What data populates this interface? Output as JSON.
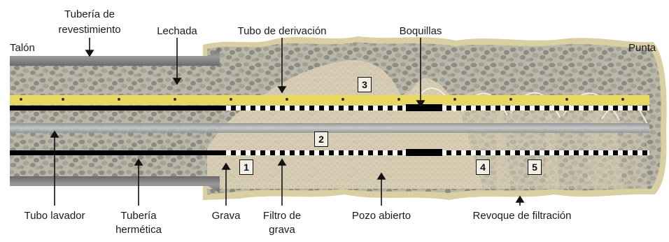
{
  "labels": {
    "heel": "Talón",
    "toe": "Punta",
    "casing": [
      "Tubería de",
      "revestimiento"
    ],
    "slurry": "Lechada",
    "shunt_tube": "Tubo de derivación",
    "nozzles": "Boquillas",
    "washpipe": "Tubo lavador",
    "blank_pipe": [
      "Tubería",
      "hermética"
    ],
    "gravel": "Grava",
    "screen": [
      "Filtro de",
      "grava"
    ],
    "open_hole": "Pozo abierto",
    "filter_cake": "Revoque de filtración"
  },
  "markers": [
    "1",
    "2",
    "3",
    "4",
    "5"
  ],
  "colors": {
    "casing": "#7b7b7b",
    "gravel_sand": "#d8cdb3",
    "formation": "#b7b4a7",
    "filter_cake": "#d9cfa1",
    "shunt": "#e8d860",
    "washpipe": "#9fa3a5"
  }
}
